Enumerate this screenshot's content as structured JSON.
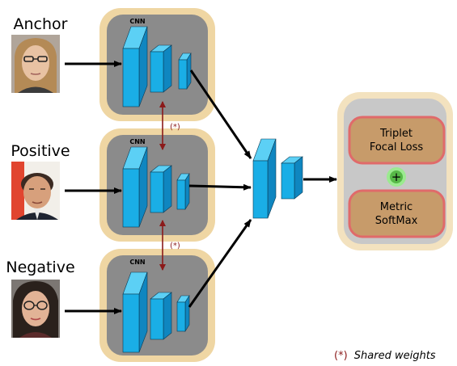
{
  "inputs": [
    {
      "label": "Anchor"
    },
    {
      "label": "Positive"
    },
    {
      "label": "Negative"
    }
  ],
  "cnn_label": "CNN",
  "shared_marker": "(*)",
  "legend": {
    "marker": "(*)",
    "text": "Shared weights"
  },
  "loss_module": {
    "triplet_line1": "Triplet",
    "triplet_line2": "Focal Loss",
    "plus": "+",
    "metric_line1": "Metric",
    "metric_line2": "SoftMax"
  },
  "colors": {
    "frame": "#efd6a3",
    "panel": "#8b8b8b",
    "cube_front": "#1aaee6",
    "cube_top": "#5cd0f5",
    "cube_side": "#0f86c0",
    "arrow": "#000000",
    "shared_arrow": "#8b1a1a",
    "loss_frame": "#f3e2bf",
    "loss_panel": "#c8c8c8",
    "loss_box": "#c79b6a",
    "loss_box_border": "#e06a6a",
    "plus_fill": "#57b947",
    "plus_ring": "#9bea8f"
  },
  "icons": {
    "faces": "face-photo-icon",
    "plus": "plus-icon"
  }
}
